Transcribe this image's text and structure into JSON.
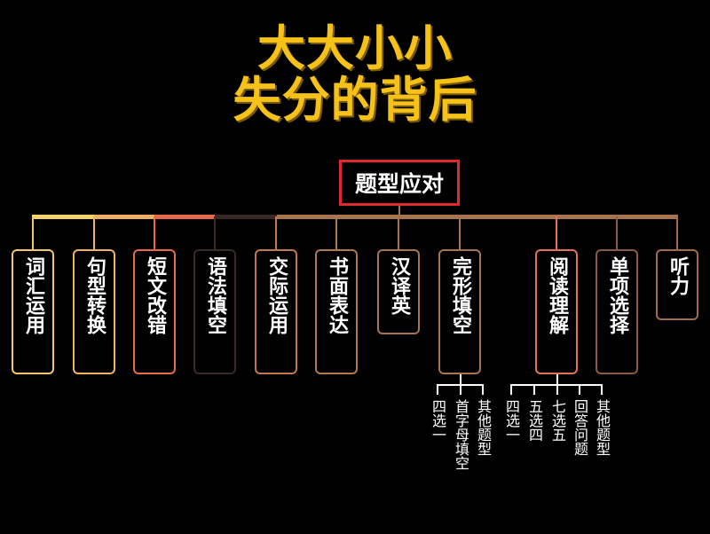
{
  "title_line1": "大大小小",
  "title_line2": "失分的背后",
  "root": "题型应对",
  "nodes": [
    "词汇运用",
    "句型转换",
    "短文改错",
    "语法填空",
    "交际运用",
    "书面表达",
    "汉译英",
    "完形填空",
    "阅读理解",
    "单项选择",
    "听力"
  ],
  "cloze_subs": [
    "四选一",
    "首字母填空",
    "其他题型"
  ],
  "reading_subs": [
    "四选一",
    "五选四",
    "七选五",
    "回答问题",
    "其他题型"
  ],
  "colors": {
    "title": "#f6c21a",
    "root_border": "#e2282a",
    "node_borders": [
      "#f3c76a",
      "#f0b45f",
      "#e86a4a",
      "#3a2a28",
      "#c07a4a",
      "#b07a50",
      "#a8744e",
      "#a8744e",
      "#e4725a",
      "#8a5a44",
      "#a36a48"
    ]
  }
}
